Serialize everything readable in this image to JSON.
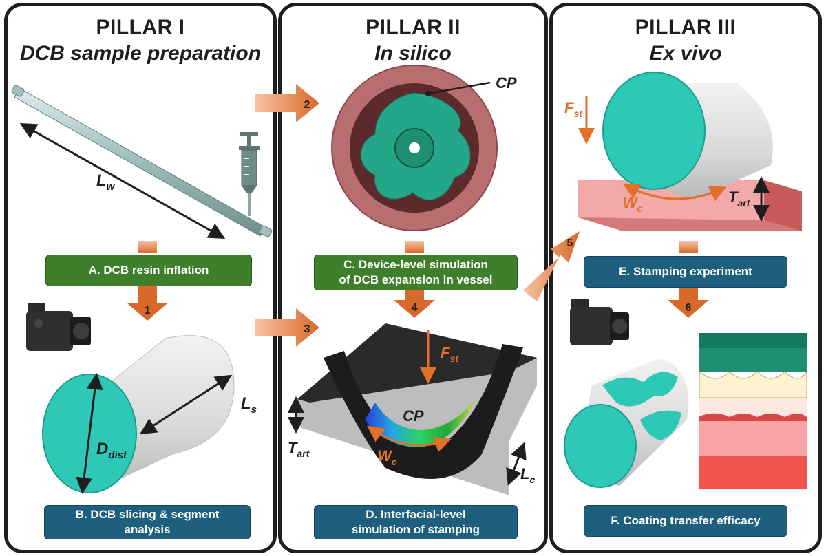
{
  "pillars": [
    {
      "title": "PILLAR I",
      "subtitle": "DCB sample preparation"
    },
    {
      "title": "PILLAR II",
      "subtitle": "In silico"
    },
    {
      "title": "PILLAR III",
      "subtitle": "Ex vivo"
    }
  ],
  "steps": {
    "a": "A. DCB resin inflation",
    "b1": "B. DCB slicing & segment",
    "b2": "analysis",
    "c1": "C. Device-level simulation",
    "c2": "of DCB expansion in vessel",
    "d1": "D. Interfacial-level",
    "d2": "simulation of stamping",
    "e": "E. Stamping experiment",
    "f": "F. Coating transfer efficacy"
  },
  "arrow_numbers": [
    "1",
    "2",
    "3",
    "4",
    "5",
    "6"
  ],
  "labels": {
    "lw_main": "L",
    "lw_sub": "w",
    "ls_main": "L",
    "ls_sub": "s",
    "d_main": "D",
    "d_sub": "dist",
    "cp": "CP",
    "f_main": "F",
    "f_sub": "st",
    "w_main": "W",
    "w_sub": "c",
    "t_main": "T",
    "t_sub": "art",
    "lc_main": "L",
    "lc_sub": "c"
  },
  "colors": {
    "green_box": "#3f7e2b",
    "blue_box": "#1f5f7e",
    "arrow": "#d9692a",
    "coating": "#2ec9b6",
    "vessel": "#b96a6a",
    "tissue": "#f4a8a8"
  },
  "icons": [
    "camera-icon",
    "syringe-icon"
  ]
}
